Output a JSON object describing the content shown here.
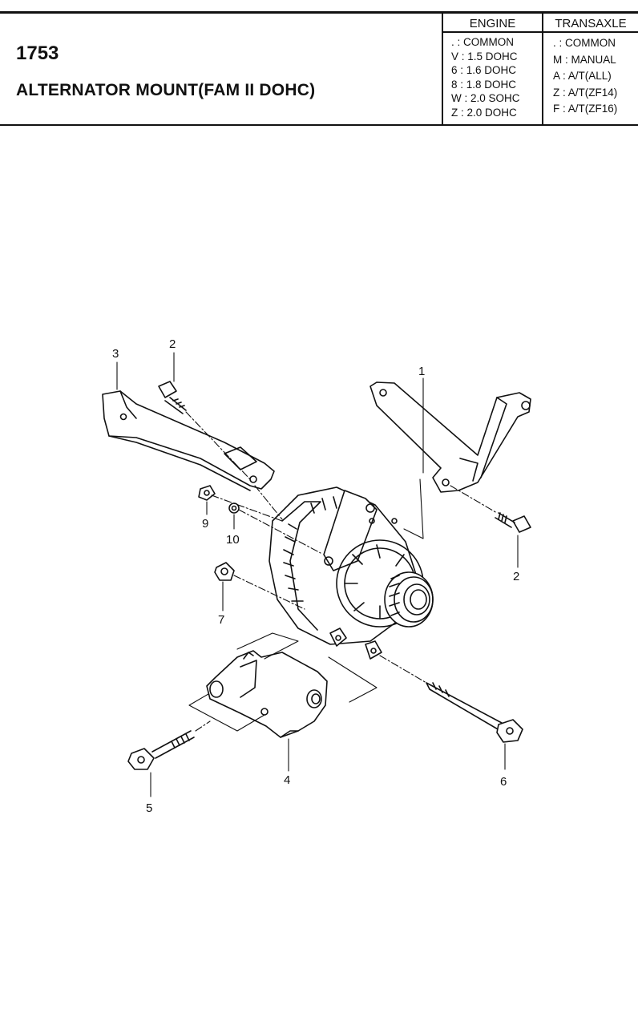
{
  "page": {
    "number": "1753",
    "title": "ALTERNATOR MOUNT(FAM II DOHC)"
  },
  "codes": {
    "engine": {
      "header": "ENGINE",
      "rows": [
        ". : COMMON",
        "V : 1.5 DOHC",
        "6 : 1.6 DOHC",
        "8 : 1.8 DOHC",
        "W : 2.0 SOHC",
        "Z : 2.0 DOHC"
      ]
    },
    "transaxle": {
      "header": "TRANSAXLE",
      "rows": [
        ". : COMMON",
        "M : MANUAL",
        "A : A/T(ALL)",
        "Z : A/T(ZF14)",
        "F : A/T(ZF16)"
      ]
    }
  },
  "diagram": {
    "callouts": {
      "c1": "1",
      "c2a": "2",
      "c2b": "2",
      "c3": "3",
      "c4": "4",
      "c5": "5",
      "c6": "6",
      "c7": "7",
      "c9": "9",
      "c10": "10"
    }
  }
}
